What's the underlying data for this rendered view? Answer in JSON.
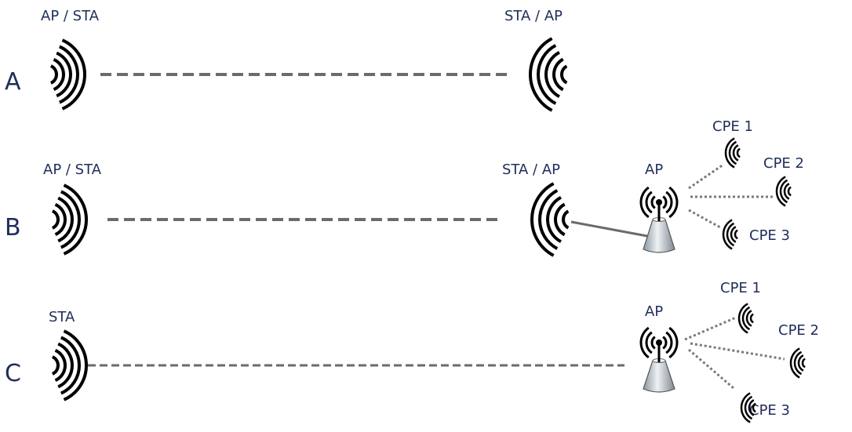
{
  "rows": [
    {
      "letter": "A",
      "left_label": "AP / STA",
      "right_label": "STA / AP"
    },
    {
      "letter": "B",
      "left_label": "AP / STA",
      "right_label": "STA / AP",
      "ap_label": "AP",
      "cpe": [
        "CPE 1",
        "CPE 2",
        "CPE 3"
      ]
    },
    {
      "letter": "C",
      "left_label": "STA",
      "ap_label": "AP",
      "cpe": [
        "CPE 1",
        "CPE 2",
        "CPE 3"
      ]
    }
  ],
  "colors": {
    "text": "#1f2d5a",
    "link": "#6b6b6b",
    "signal": "#000000"
  }
}
